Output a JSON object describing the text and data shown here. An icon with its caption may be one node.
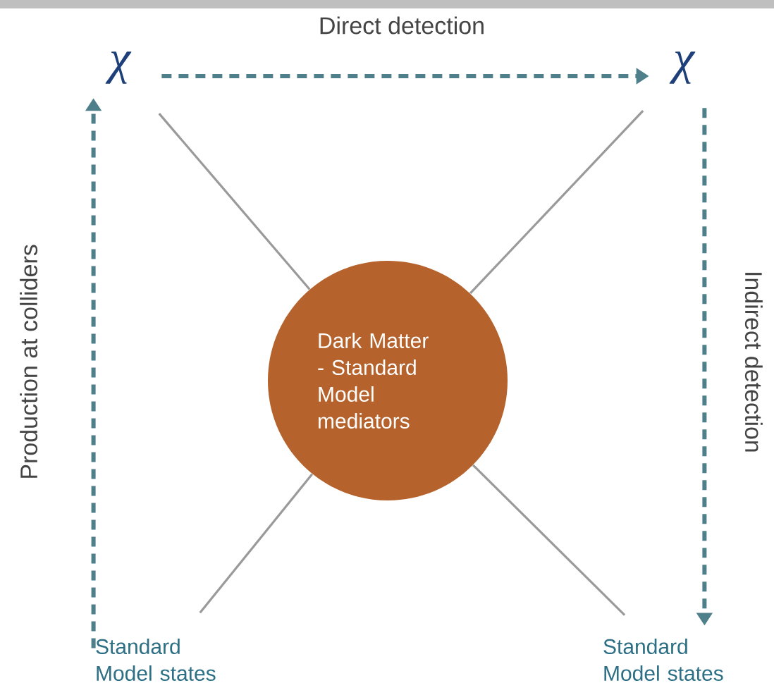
{
  "diagram": {
    "nodes": [
      {
        "text": [
          "χ"
        ]
      },
      {
        "text": [
          "χ"
        ]
      },
      {
        "text": [
          "Dark Matter - Standard Model mediators"
        ]
      },
      {
        "text": [
          "Standard Model states"
        ]
      },
      {
        "text": [
          "Standard Model states"
        ]
      }
    ],
    "edges": [
      {
        "from": 0,
        "to": 1,
        "arrow": "to",
        "label": "Direct detection",
        "style": "dashed",
        "color": "#4e7f8a"
      },
      {
        "from": 3,
        "to": 0,
        "arrow": "to",
        "label": "Production at colliders",
        "style": "dashed",
        "color": "#4e7f8a"
      },
      {
        "from": 1,
        "to": 4,
        "arrow": "to",
        "label": "Indirect detection",
        "style": "dashed",
        "color": "#4e7f8a"
      },
      {
        "from": 2,
        "to": 0,
        "arrow": "none"
      },
      {
        "from": 2,
        "to": 1,
        "arrow": "none"
      },
      {
        "from": 2,
        "to": 3,
        "arrow": "none"
      },
      {
        "from": 2,
        "to": 4,
        "arrow": "none"
      }
    ]
  }
}
